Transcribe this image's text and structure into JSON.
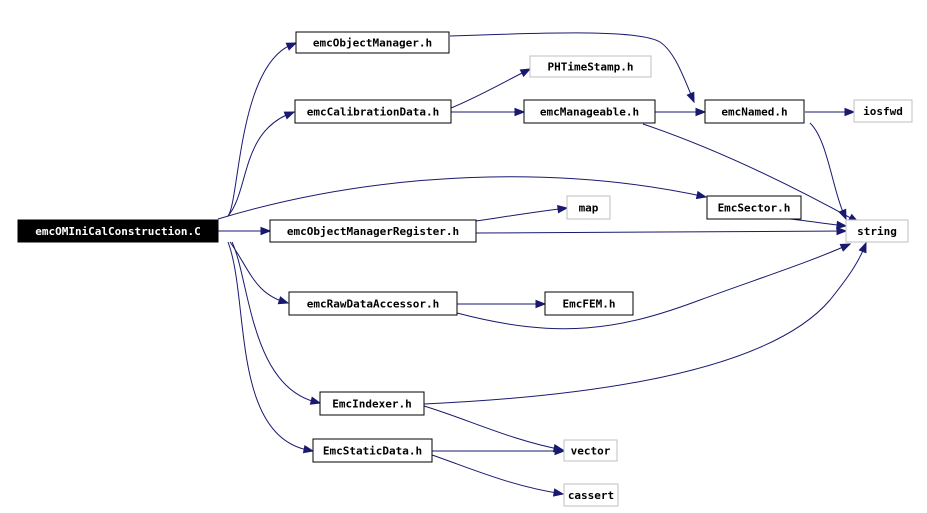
{
  "diagram": {
    "root": "emcOMIniCalConstruction.C",
    "nodes": [
      {
        "id": "root",
        "label": "emcOMIniCalConstruction.C",
        "kind": "root"
      },
      {
        "id": "objmgr",
        "label": "emcObjectManager.h",
        "kind": "internal"
      },
      {
        "id": "phts",
        "label": "PHTimeStamp.h",
        "kind": "external"
      },
      {
        "id": "caldata",
        "label": "emcCalibrationData.h",
        "kind": "internal"
      },
      {
        "id": "manageable",
        "label": "emcManageable.h",
        "kind": "internal"
      },
      {
        "id": "named",
        "label": "emcNamed.h",
        "kind": "internal"
      },
      {
        "id": "iosfwd",
        "label": "iosfwd",
        "kind": "external"
      },
      {
        "id": "sector",
        "label": "EmcSector.h",
        "kind": "internal"
      },
      {
        "id": "string",
        "label": "string",
        "kind": "external"
      },
      {
        "id": "map",
        "label": "map",
        "kind": "external"
      },
      {
        "id": "omreg",
        "label": "emcObjectManagerRegister.h",
        "kind": "internal"
      },
      {
        "id": "rawdata",
        "label": "emcRawDataAccessor.h",
        "kind": "internal"
      },
      {
        "id": "fem",
        "label": "EmcFEM.h",
        "kind": "internal"
      },
      {
        "id": "indexer",
        "label": "EmcIndexer.h",
        "kind": "internal"
      },
      {
        "id": "vector",
        "label": "vector",
        "kind": "external"
      },
      {
        "id": "staticdata",
        "label": "EmcStaticData.h",
        "kind": "internal"
      },
      {
        "id": "cassert",
        "label": "cassert",
        "kind": "external"
      }
    ],
    "edges": [
      {
        "from": "root",
        "to": "objmgr"
      },
      {
        "from": "root",
        "to": "caldata"
      },
      {
        "from": "root",
        "to": "sector"
      },
      {
        "from": "root",
        "to": "omreg"
      },
      {
        "from": "root",
        "to": "rawdata"
      },
      {
        "from": "root",
        "to": "indexer"
      },
      {
        "from": "root",
        "to": "staticdata"
      },
      {
        "from": "objmgr",
        "to": "named"
      },
      {
        "from": "caldata",
        "to": "phts"
      },
      {
        "from": "caldata",
        "to": "manageable"
      },
      {
        "from": "manageable",
        "to": "named"
      },
      {
        "from": "manageable",
        "to": "string"
      },
      {
        "from": "named",
        "to": "iosfwd"
      },
      {
        "from": "named",
        "to": "string"
      },
      {
        "from": "sector",
        "to": "string"
      },
      {
        "from": "omreg",
        "to": "map"
      },
      {
        "from": "omreg",
        "to": "string"
      },
      {
        "from": "rawdata",
        "to": "fem"
      },
      {
        "from": "rawdata",
        "to": "string"
      },
      {
        "from": "indexer",
        "to": "string"
      },
      {
        "from": "indexer",
        "to": "vector"
      },
      {
        "from": "staticdata",
        "to": "vector"
      },
      {
        "from": "staticdata",
        "to": "cassert"
      }
    ]
  }
}
